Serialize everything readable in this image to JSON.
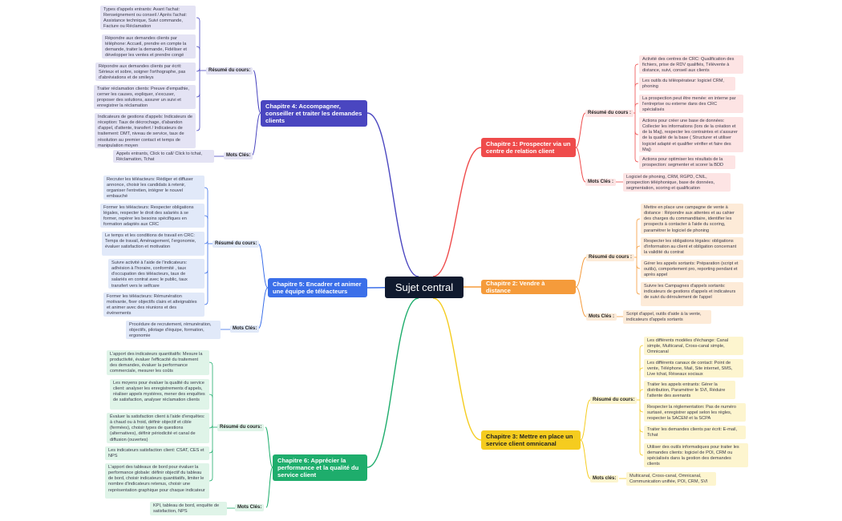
{
  "center": "Sujet central",
  "colors": {
    "ch1": "#ef4b4b",
    "ch2": "#f59b3b",
    "ch3": "#f5cc1f",
    "ch4": "#4a46c0",
    "ch5": "#3b6fe9",
    "ch6": "#1ead6c"
  },
  "ch1": {
    "title": "Chapitre 1: Prospecter via un centre de relation client",
    "summary_label": "Résumé du cours :",
    "summary": [
      "Activité des centres de CRC: Qualification des fichiers, prise de RDV qualifiés, Télévente à distance, suivi, conseil aux clients",
      "Les outils du téléopérateur: logiciel CRM, phoning",
      "La prospection peut être menée: en interne par l'entreprise ou externe dans des CRC spécialisés",
      "Actions pour créer une base de données: Collecter les informations (lors de la création et de la Maj), respecter les contraintes et s'assurer de la qualité de la base ( Structurer et utiliser logiciel adapté et qualifier vérifier et faire des Maj)",
      "Actions pour optimiser les résultats de la prospection: segmenter et scorer la BDD"
    ],
    "keywords_label": "Mots Clés :",
    "keywords": "Logiciel de phoning, CRM, RGPD, CNIL, prospection téléphonique, base de données, segmentation, scoring et qualification"
  },
  "ch2": {
    "title": "Chapitre 2: Vendre à distance",
    "summary_label": "Résumé du cours :",
    "summary": [
      "Mettre en place une campagne de vente à distance : Répondre aux attentes et au cahier des charges du commanditaire, identifier les prospects à contacter à l'aide du scoring, paramétrer le logiciel de phoning",
      "Respecter les obligations légales: obligations d'information au client et obligation concernant la validité du contrat",
      "Gérer les appels sortants: Préparation (script et outils), comportement pro, reporting pendant et après appel",
      "Suivre les Campagnes d'appels sortants: indicateurs de gestions d'appels et indicateurs de suivi du déroulement de l'appel"
    ],
    "keywords_label": "Mots Clés :",
    "keywords": "Script d'appel, outils d'aide à la vente, indicateurs d'appels sortants"
  },
  "ch3": {
    "title": "Chapitre 3: Mettre en place un service client omnicanal",
    "summary_label": "Résumé du cours:",
    "summary": [
      "Les différents modèles d'échange: Canal simple, Multicanal, Cross-canal simple, Omnicanal",
      "Les différents canaux de contact: Point de vente, Téléphone, Mail, Site internet, SMS, Live tchat, Réseaux sociaux",
      "Traiter les appels entrants: Gérer la distribution, Paramétrer le SVI, Réduire l'attente des avenants",
      "Respecter la réglementation: Pas de numéro surtaxé, enregistrer appel selon les règles, respecter la SACEM et la SCPA",
      "Traiter les demandes clients par écrit: E-mail, Tchat",
      "Utiliser des outils informatiques pour traiter les demandes clients: logiciel de POI, CRM ou spécialisés dans la gestion des demandes clients"
    ],
    "keywords_label": "Mots clés:",
    "keywords": "Multicanal, Cross-canal, Omnicanal, Communication unifiée, POI, CRM, SVI"
  },
  "ch4": {
    "title": "Chapitre 4: Accompagner, conseiller et traiter les demandes clients",
    "summary_label": "Résumé du cours:",
    "summary": [
      "Types d'appels entrants: Avant l'achat: Renseignement ou conseil / Après l'achat: Assistance technique, Suivi commande, Facture ou Réclamation",
      "Répondre aux demandes clients par téléphone: Accueil, prendre en compte la demande, traiter la demande, Fidéliser et développer les ventes et prendre congé",
      "Répondre aux demandes clients par écrit: Sérieux et sobre, soigner l'orthographe, pas d'abréviations et de smileys",
      "Traiter réclamation clients: Preuve d'empathie, cerner les causes, expliquer, s'excuser, proposer des solutions, assurer un suivi et enregistrer la réclamation",
      "Indicateurs de gestions d'appels: Indicateurs de réception: Taux de décrochage, d'abandon d'appel, d'attente, transfert / Indicateurs de traitement: DMT, niveau de service, taux de résolution au premier contact et temps de manipulation moyen"
    ],
    "keywords_label": "Mots Clés:",
    "keywords": "Appels entrants, Click to call/ Click to tchat, Réclamation, Tchat"
  },
  "ch5": {
    "title": "Chapitre 5: Encadrer et animer une équipe de téléacteurs",
    "summary_label": "Résumé du cours:",
    "summary": [
      "Recruter les téléacteurs: Rédiger et diffuser annonce, choisir les candidats à retenir, organiser l'entretien, intégrer le nouvel embauché",
      "Former les téléacteurs: Respecter obligations légales, respecter le droit des salariés à se former, repérer les besoins spécifiques en formation adaptés aux CRC",
      "Le temps et les conditions de travail en CRC: Temps de travail, Aménagement, l'ergonomie, évaluer satisfaction et motivation",
      "Suivre activité à l'aide de l'indicateurs: adhésion à l'horaire, conformité , taux d'occupation des téléacteurs, taux de salariés en contrat avec le public, taux transfert vers le selfcare",
      "Former les téléacteurs: Rémunération motivante, fixer objectifs clairs et atteignables et animer avec des réunions et des événements"
    ],
    "keywords_label": "Mots Clés:",
    "keywords": "Procédure de recrutement, rémunération, objectifs, pilotage d'équipe, formation, ergonomie"
  },
  "ch6": {
    "title": "Chapitre 6: Apprécier la performance et la qualité du service client",
    "summary_label": "Résumé du cours:",
    "summary": [
      "L'apport des indicateurs quantitatifs: Mesure la productivité, évaluer l'efficacité du traitement des demandes, évaluer la performance commerciale, mesurer les coûts",
      "Les moyens pour évaluer la qualité du service client: analyser les enregistrements d'appels, réaliser appels mystères, mener des enquêtes de satisfaction, analyser réclamation clients",
      "Évaluer la satisfaction client à l'aide d'enquêtes: à chaud ou à froid, définir objectif et cible (fermées), choisir types de questions (alternatives), définir périodicité et canal de diffusion (ouvertes)",
      "Les indicateurs satisfaction client: CSAT, CES et NPS",
      "L'apport des tableaux de bord pour évaluer la performance globale: définir objectif du tableau de bord, choisir indicateurs quantitatifs, limiter le nombre d'indicateurs retenus, choisir une représentation graphique pour chaque indicateur"
    ],
    "keywords_label": "Mots Clés:",
    "keywords": "KPI, tableau de bord, enquête de satisfaction, NPS"
  }
}
